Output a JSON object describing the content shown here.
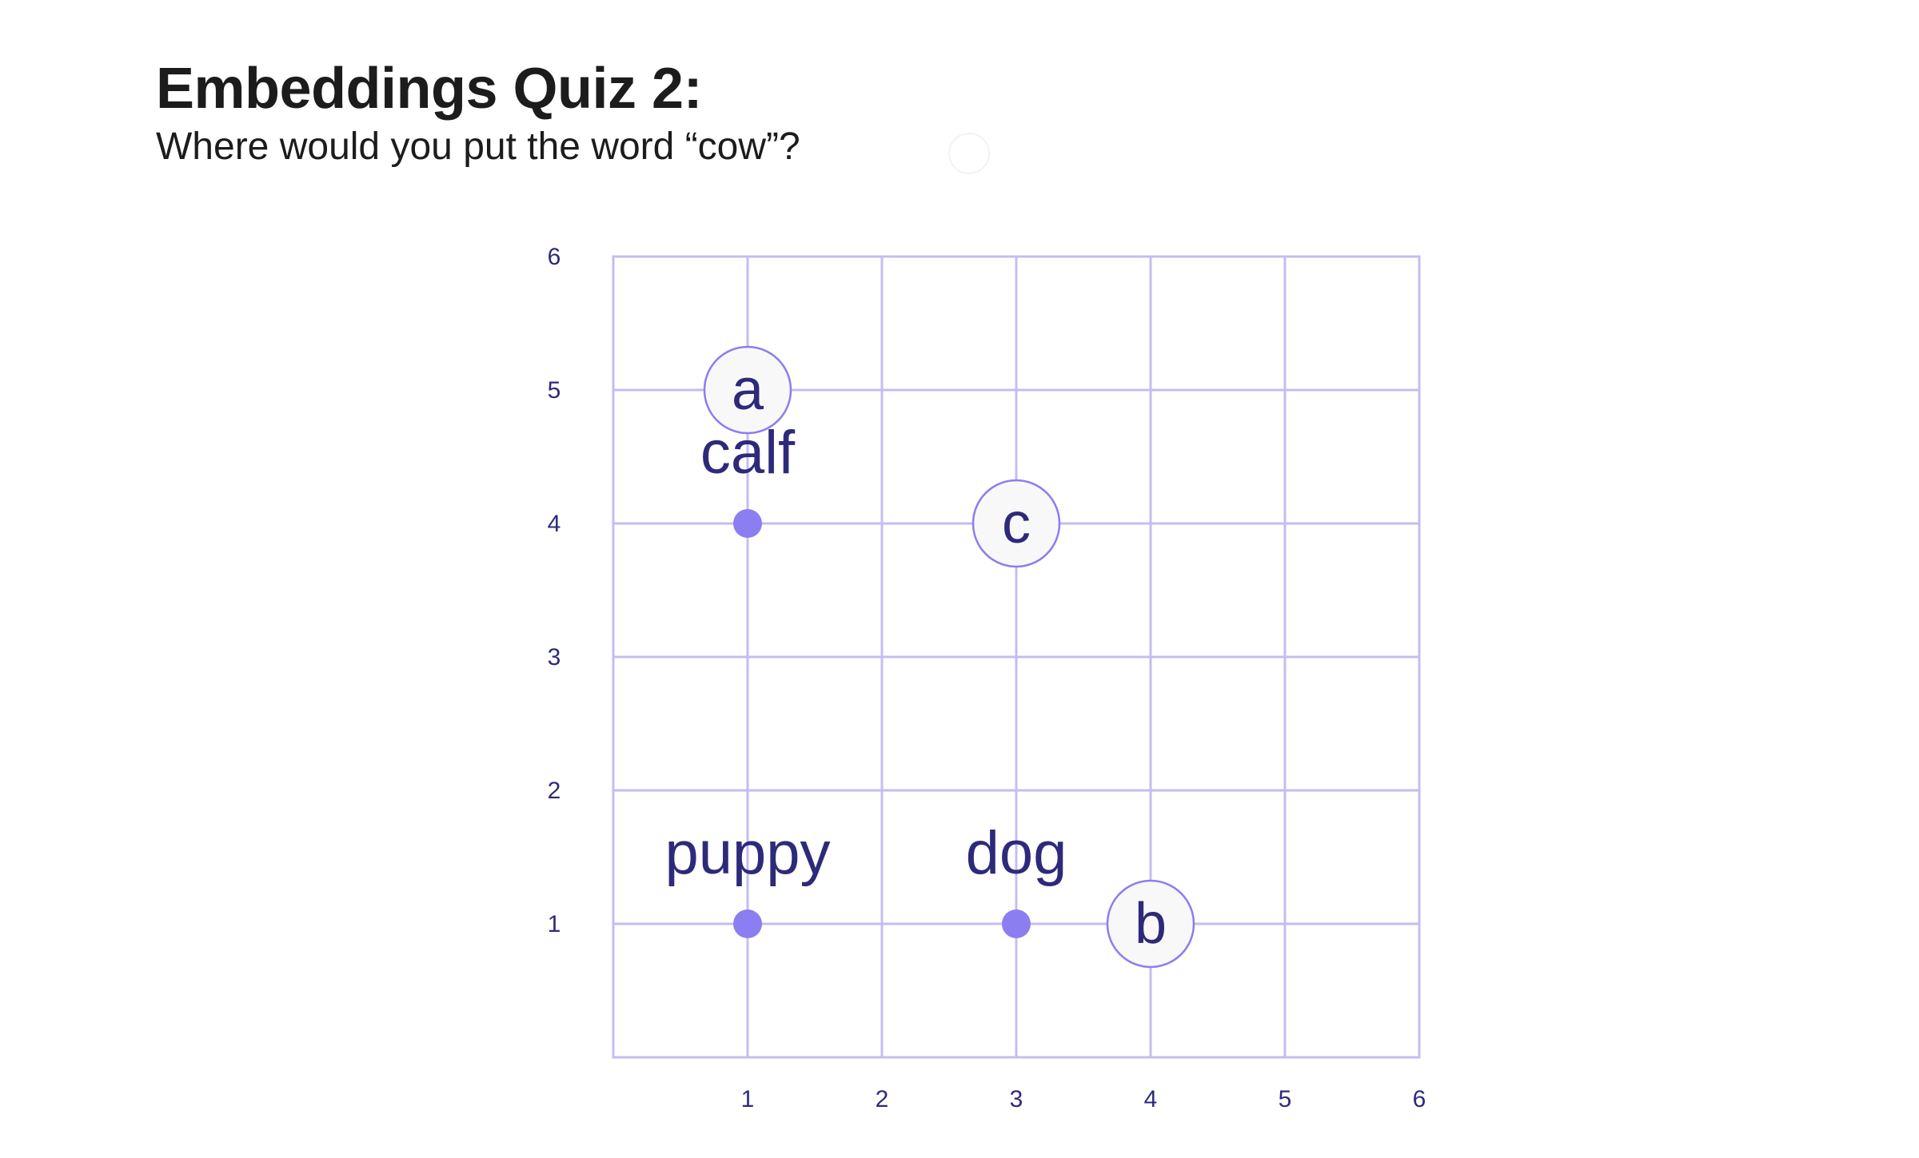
{
  "header": {
    "title": "Embeddings Quiz 2:",
    "subtitle": "Where would you put the word “cow”?"
  },
  "colors": {
    "grid": "#c4bdf2",
    "point": "#8b7ef0",
    "text": "#2e2a7a",
    "option_fill": "#f8f8f8",
    "option_stroke": "#8b7ef0"
  },
  "chart_data": {
    "type": "scatter",
    "xlim": [
      0,
      6
    ],
    "ylim": [
      0,
      6
    ],
    "x_ticks": [
      "1",
      "2",
      "3",
      "4",
      "5",
      "6"
    ],
    "y_ticks": [
      "1",
      "2",
      "3",
      "4",
      "5",
      "6"
    ],
    "grid": true,
    "points": [
      {
        "label": "calf",
        "x": 1,
        "y": 4
      },
      {
        "label": "puppy",
        "x": 1,
        "y": 1
      },
      {
        "label": "dog",
        "x": 3,
        "y": 1
      }
    ],
    "options": [
      {
        "label": "a",
        "x": 1,
        "y": 5
      },
      {
        "label": "b",
        "x": 4,
        "y": 1
      },
      {
        "label": "c",
        "x": 3,
        "y": 4
      }
    ]
  }
}
